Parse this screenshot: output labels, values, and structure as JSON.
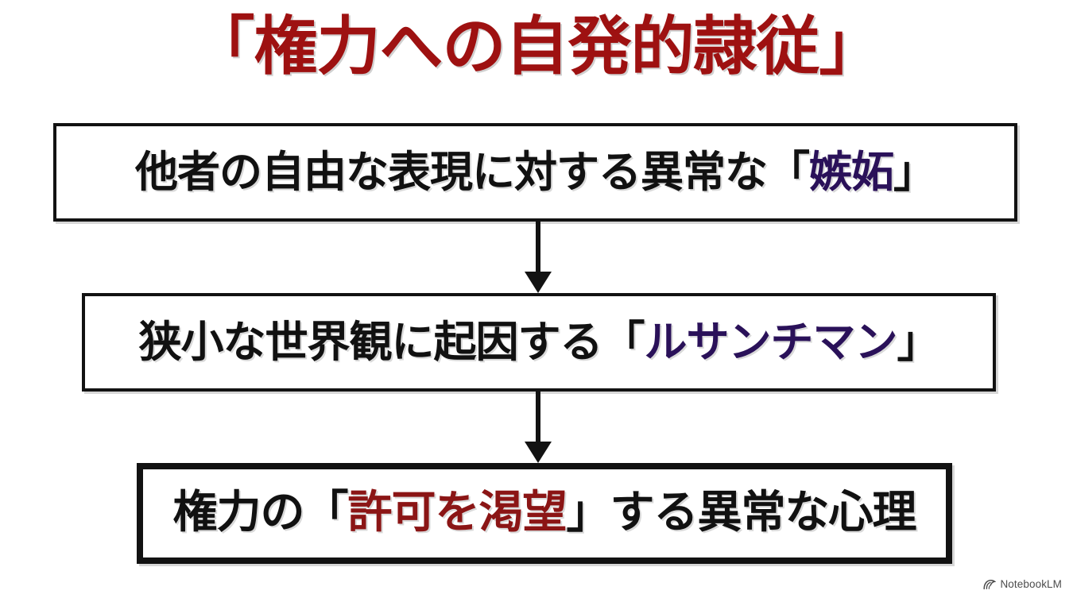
{
  "slide": {
    "background_color": "#ffffff",
    "title": {
      "text": "「権力への自発的隷従」",
      "color": "#9e1111"
    },
    "flow": {
      "nodes": [
        {
          "id": "node-1",
          "segments": [
            {
              "text": "他者の自由な表現に対する異常な",
              "style": "plain"
            },
            {
              "text": "「",
              "style": "bracket"
            },
            {
              "text": "嫉妬",
              "style": "purple"
            },
            {
              "text": "」",
              "style": "bracket"
            }
          ],
          "plain_text": "他者の自由な表現に対する異常な「嫉妬」",
          "border_color": "#121212",
          "text_color": "#111111",
          "accent_color": "#2a1159"
        },
        {
          "id": "node-2",
          "segments": [
            {
              "text": "狭小な世界観に起因する",
              "style": "plain"
            },
            {
              "text": "「",
              "style": "bracket"
            },
            {
              "text": "ルサンチマン",
              "style": "purple"
            },
            {
              "text": "」",
              "style": "bracket"
            }
          ],
          "plain_text": "狭小な世界観に起因する「ルサンチマン」",
          "border_color": "#121212",
          "text_color": "#111111",
          "accent_color": "#2a1159"
        },
        {
          "id": "node-3",
          "segments": [
            {
              "text": "権力の",
              "style": "plain"
            },
            {
              "text": "「",
              "style": "bracket"
            },
            {
              "text": "許可を渇望",
              "style": "red"
            },
            {
              "text": "」",
              "style": "bracket"
            },
            {
              "text": "する異常な心理",
              "style": "plain"
            }
          ],
          "plain_text": "権力の「許可を渇望」する異常な心理",
          "border_color": "#121212",
          "text_color": "#111111",
          "accent_color": "#8b1515"
        }
      ],
      "connectors": [
        {
          "id": "arrow-1",
          "direction": "down",
          "from": "node-1",
          "to": "node-2",
          "color": "#121212"
        },
        {
          "id": "arrow-2",
          "direction": "down",
          "from": "node-2",
          "to": "node-3",
          "color": "#121212"
        }
      ]
    },
    "watermark": {
      "icon": "notebooklm-icon",
      "label": "NotebookLM",
      "color": "#3c3c3c"
    }
  }
}
